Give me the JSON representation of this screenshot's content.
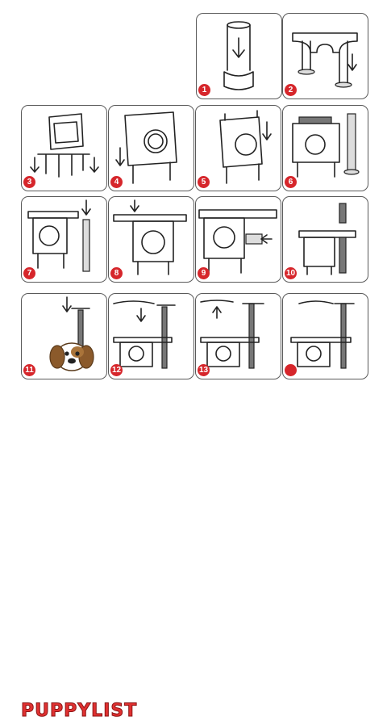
{
  "steps": [
    {
      "number": "1",
      "illustration": "cylinder-insert"
    },
    {
      "number": "2",
      "illustration": "frame-legs-insert"
    },
    {
      "number": "3",
      "illustration": "frame-on-legs"
    },
    {
      "number": "4",
      "illustration": "washer-frame-legs"
    },
    {
      "number": "5",
      "illustration": "stove-frame-legs"
    },
    {
      "number": "6",
      "illustration": "stove-and-pole"
    },
    {
      "number": "7",
      "illustration": "counter-and-pole"
    },
    {
      "number": "8",
      "illustration": "counter-top-insert"
    },
    {
      "number": "9",
      "illustration": "counter-side-insert"
    },
    {
      "number": "10",
      "illustration": "pole-attach"
    },
    {
      "number": "11",
      "illustration": "hook-pole"
    },
    {
      "number": "12",
      "illustration": "hanging-bar-pole"
    },
    {
      "number": "13",
      "illustration": "light-bar-attach"
    },
    {
      "number": "",
      "illustration": "finished-assembly"
    }
  ],
  "logo": {
    "text_left": "PUPPY",
    "text_right": "LIST",
    "colors": {
      "primary": "#e03131",
      "outline": "#8a1414"
    },
    "icon": "puppy-icon"
  },
  "colors": {
    "badge": "#d6262b",
    "border": "#5a5a5a",
    "line": "#222222"
  }
}
